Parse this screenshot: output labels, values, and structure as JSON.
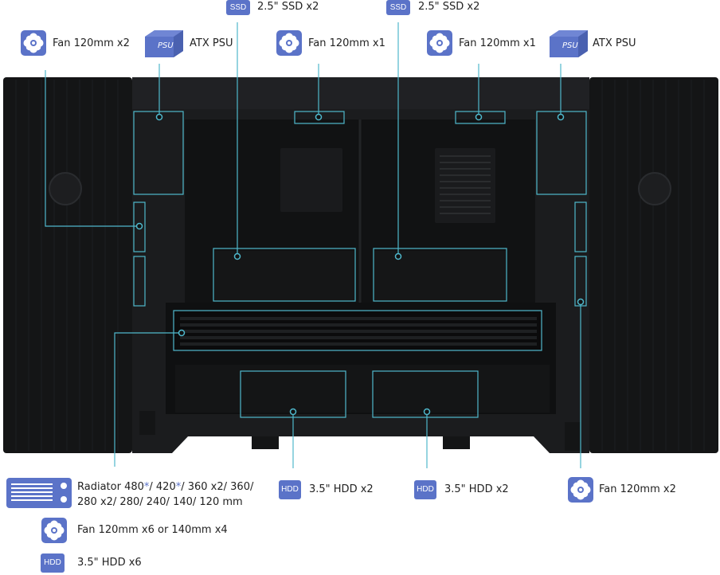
{
  "colors": {
    "icon_blue": "#5b73c8",
    "line_cyan": "#4fb8cc",
    "case_dark": "#1a1b1d",
    "panel_black": "#0e0f10"
  },
  "top_labels": {
    "ssd_left": {
      "icon": "SSD",
      "text": "2.5\" SSD x2"
    },
    "ssd_right": {
      "icon": "SSD",
      "text": "2.5\" SSD x2"
    },
    "fan_left": "Fan 120mm x2",
    "psu_left": {
      "icon": "PSU",
      "text": "ATX PSU"
    },
    "fan_mid_left": "Fan 120mm x1",
    "fan_mid_right": "Fan 120mm x1",
    "psu_right": {
      "icon": "PSU",
      "text": "ATX PSU"
    }
  },
  "bottom_labels": {
    "radiator_line1_a": "Radiator 480",
    "radiator_star1": "*",
    "radiator_line1_b": "/ 420",
    "radiator_star2": "*",
    "radiator_line1_c": "/ 360 x2/ 360/",
    "radiator_line2": "280 x2/ 280/ 240/ 140/ 120 mm",
    "hdd_left": {
      "icon": "HDD",
      "text": "3.5\" HDD x2"
    },
    "hdd_right": {
      "icon": "HDD",
      "text": "3.5\" HDD x2"
    },
    "fan_right": "Fan 120mm x2",
    "fan_bottom": "Fan 120mm x6 or 140mm x4",
    "hdd_bottom": {
      "icon": "HDD",
      "text": "3.5\" HDD x6"
    }
  }
}
